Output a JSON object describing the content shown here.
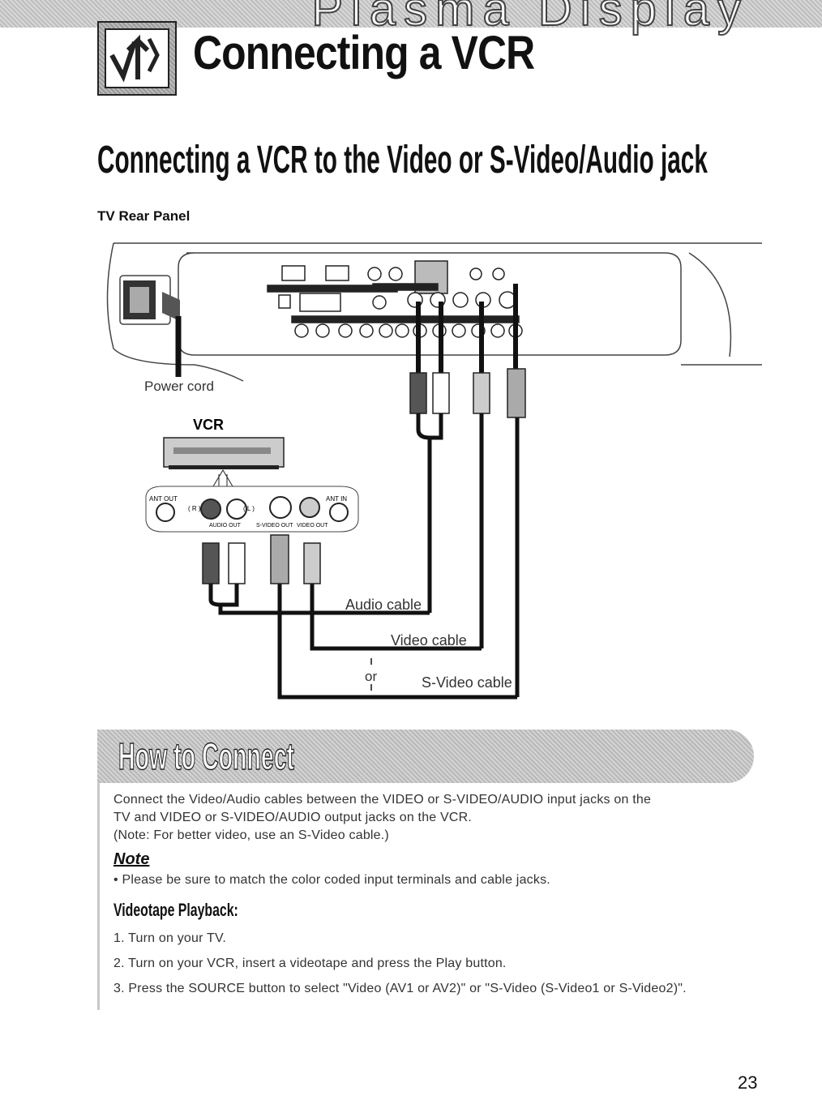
{
  "banner_text": "Plasma Display",
  "page_title": "Connecting a VCR",
  "section_title": "Connecting a VCR to the Video or S-Video/Audio jack",
  "diagram": {
    "panel_label": "TV Rear Panel",
    "power_cord_label": "Power cord",
    "vcr_label": "VCR",
    "vcr_jacks": {
      "ant_out": "ANT OUT",
      "ant_in": "ANT IN",
      "r": "( R )",
      "l": "( L )",
      "audio_out": "AUDIO OUT",
      "svideo_out": "S-VIDEO OUT",
      "video_out": "VIDEO OUT"
    },
    "audio_cable_label": "Audio cable",
    "video_cable_label": "Video cable",
    "or_label": "or",
    "svideo_cable_label": "S-Video cable"
  },
  "how_to_connect": {
    "title": "How to Connect",
    "line1": "Connect the Video/Audio cables between the VIDEO or S-VIDEO/AUDIO input jacks on the",
    "line2": "TV and VIDEO or S-VIDEO/AUDIO output jacks on the VCR.",
    "line3": "(Note: For better video, use an S-Video cable.)"
  },
  "note": {
    "heading": "Note",
    "bullet": "•  Please be sure to match the color coded input terminals and cable jacks."
  },
  "videotape_playback": {
    "heading": "Videotape Playback:",
    "steps": [
      "1.  Turn on your TV.",
      "2.  Turn on your VCR, insert a videotape and press the Play button.",
      "3.  Press the SOURCE button to select \"Video (AV1 or AV2)\" or \"S-Video (S-Video1 or S-Video2)\"."
    ]
  },
  "page_number": "23"
}
